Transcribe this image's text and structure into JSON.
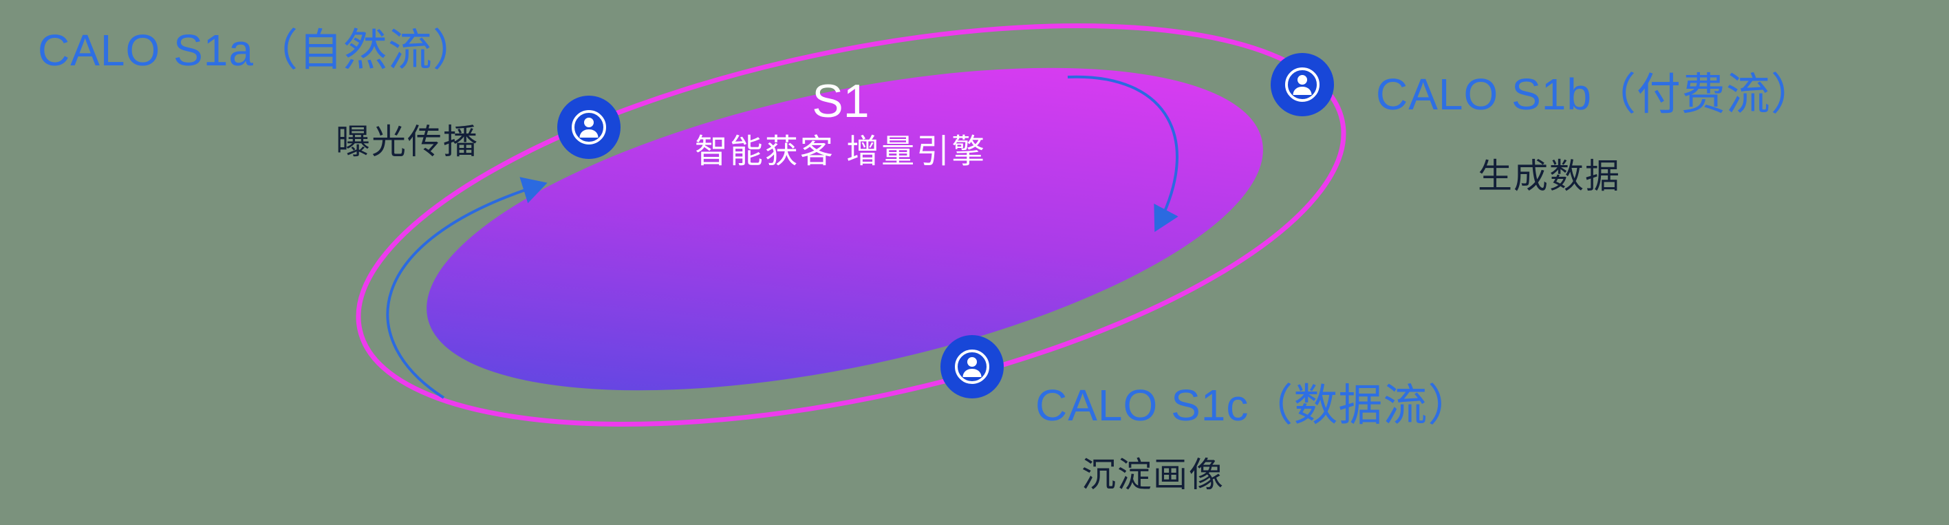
{
  "diagram": {
    "center": {
      "title": "S1",
      "subtitle": "智能获客  增量引擎"
    },
    "nodes": [
      {
        "id": "s1a",
        "title": "CALO S1a（自然流）",
        "subtitle": "曝光传播",
        "icon": "user-circle-icon"
      },
      {
        "id": "s1b",
        "title": "CALO S1b（付费流）",
        "subtitle": "生成数据",
        "icon": "user-circle-icon"
      },
      {
        "id": "s1c",
        "title": "CALO S1c（数据流）",
        "subtitle": "沉淀画像",
        "icon": "user-circle-icon"
      }
    ],
    "colors": {
      "background_green": "#7b927d",
      "label_blue": "#2e6fe3",
      "subtitle_dark": "#121f38",
      "ring_magenta": "#ee3bee",
      "icon_blue": "#1847d8",
      "core_gradient_start": "#4a4ae0",
      "core_gradient_mid": "#a93ce8",
      "core_gradient_end": "#ea3cf4",
      "arrow_blue": "#2b6ae0",
      "center_text_white": "#ffffff"
    }
  }
}
